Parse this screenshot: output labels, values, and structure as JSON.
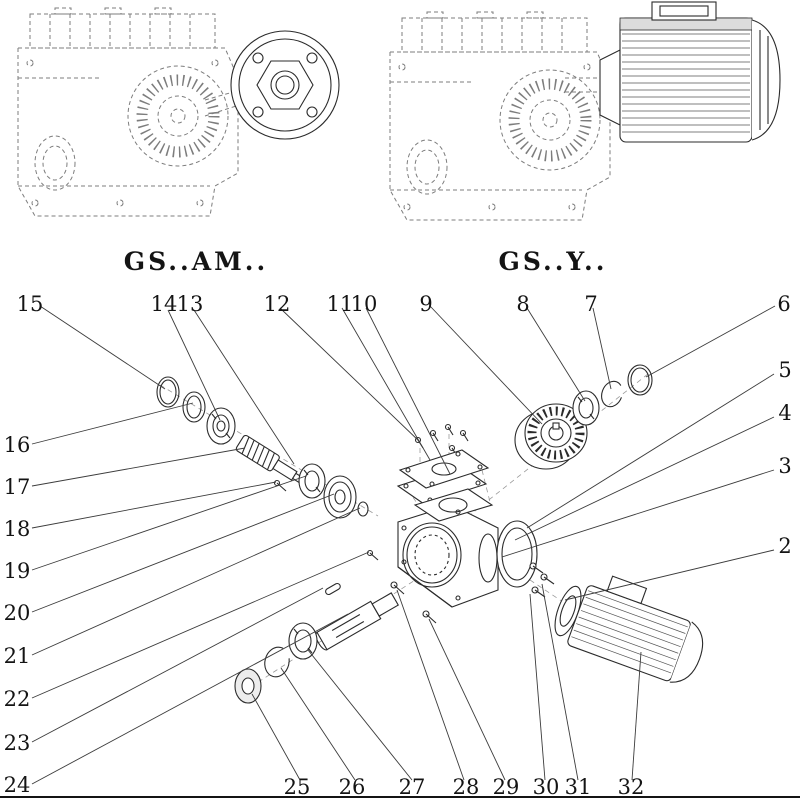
{
  "figure": {
    "style": {
      "ink_color": "#141414",
      "dashed_color": "#7d7d7d"
    },
    "top_views": [
      {
        "label": "GS..AM..",
        "description": "gearbox-with-output-flange"
      },
      {
        "label": "GS..Y..",
        "description": "gearbox-with-motor"
      }
    ],
    "callouts": [
      {
        "num": "15"
      },
      {
        "num": "14"
      },
      {
        "num": "13"
      },
      {
        "num": "12"
      },
      {
        "num": "11"
      },
      {
        "num": "10"
      },
      {
        "num": "9"
      },
      {
        "num": "8"
      },
      {
        "num": "7"
      },
      {
        "num": "6"
      },
      {
        "num": "16"
      },
      {
        "num": "17"
      },
      {
        "num": "18"
      },
      {
        "num": "19"
      },
      {
        "num": "20"
      },
      {
        "num": "21"
      },
      {
        "num": "22"
      },
      {
        "num": "23"
      },
      {
        "num": "24"
      },
      {
        "num": "25"
      },
      {
        "num": "26"
      },
      {
        "num": "27"
      },
      {
        "num": "28"
      },
      {
        "num": "29"
      },
      {
        "num": "30"
      },
      {
        "num": "31"
      },
      {
        "num": "32"
      },
      {
        "num": "5"
      },
      {
        "num": "4"
      },
      {
        "num": "3"
      },
      {
        "num": "2"
      }
    ]
  }
}
